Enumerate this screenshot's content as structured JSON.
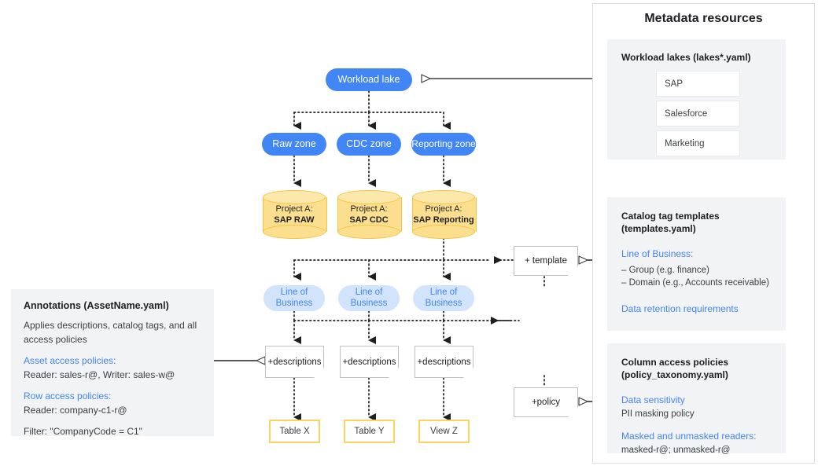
{
  "diagram": {
    "flow": {
      "lake": {
        "label": "Workload lake"
      },
      "zones": [
        {
          "label": "Raw zone"
        },
        {
          "label": "CDC zone"
        },
        {
          "label": "Reporting zone"
        }
      ],
      "projects": [
        {
          "line1": "Project A:",
          "line2": "SAP RAW"
        },
        {
          "line1": "Project A:",
          "line2": "SAP CDC"
        },
        {
          "line1": "Project A:",
          "line2": "SAP Reporting"
        }
      ],
      "lob": [
        {
          "label": "Line of Business"
        },
        {
          "label": "Line of Business"
        },
        {
          "label": "Line of Business"
        }
      ],
      "descriptions": [
        {
          "label": "+descriptions"
        },
        {
          "label": "+descriptions"
        },
        {
          "label": "+descriptions"
        }
      ],
      "outputs": [
        {
          "label": "Table X"
        },
        {
          "label": "Table Y"
        },
        {
          "label": "View Z"
        }
      ],
      "template_note": {
        "label": "+ template"
      },
      "policy_note": {
        "label": "+policy"
      }
    },
    "annotations": {
      "title": "Annotations (AssetName.yaml)",
      "summary": "Applies descriptions, catalog tags, and all access policies",
      "asset_heading": "Asset access policies:",
      "asset_value": "Reader: sales-r@, Writer: sales-w@",
      "row_heading": "Row access policies:",
      "row_value": "Reader: company-c1-r@",
      "filter_value": "Filter: \"CompanyCode = C1\""
    },
    "metadata_panel": {
      "title": "Metadata resources",
      "workload_lakes": {
        "heading": "Workload lakes (lakes*.yaml)",
        "items": [
          {
            "label": "SAP"
          },
          {
            "label": "Salesforce"
          },
          {
            "label": "Marketing"
          }
        ]
      },
      "catalog_templates": {
        "heading_line1": "Catalog tag templates",
        "heading_line2": "(templates.yaml)",
        "lob_heading": "Line of Business:",
        "bullets": [
          {
            "label": "– Group (e.g. finance)"
          },
          {
            "label": "– Domain (e.g., Accounts receivable)"
          }
        ],
        "retention_heading": "Data retention requirements"
      },
      "column_policies": {
        "heading_line1": "Column access policies",
        "heading_line2": "(policy_taxonomy.yaml)",
        "sensitivity_heading": "Data sensitivity",
        "sensitivity_value": "PII masking policy",
        "readers_heading": "Masked and unmasked readers:",
        "readers_value": "masked-r@; unmasked-r@"
      }
    },
    "colors": {
      "blue": "#4285f4",
      "light_blue": "#d2e3fc",
      "yellow_fill": "#fcdf8e",
      "yellow_stroke": "#f6c445",
      "panel_gray": "#f1f3f4",
      "border_gray": "#dadce0",
      "text_dark": "#202124"
    }
  }
}
